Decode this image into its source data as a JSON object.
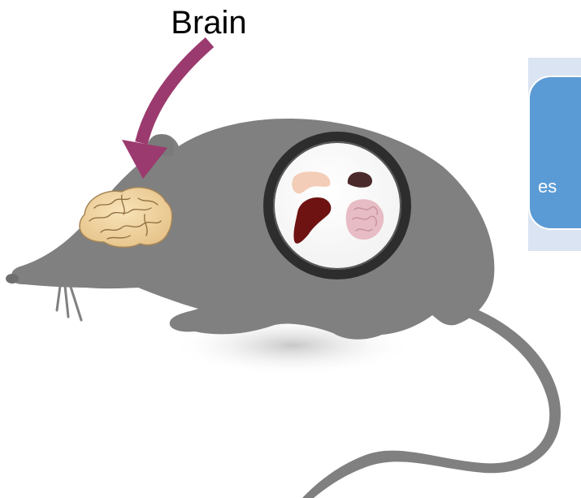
{
  "labels": {
    "brain": "Brain",
    "panel_text_fragment": "es"
  },
  "colors": {
    "mouse_body": "#808080",
    "arrow": "#9b3a6e",
    "panel_background": "#dbe4f2",
    "panel_box": "#5b9bd5",
    "brain_fill": "#f1d7a6",
    "lens_ring": "#2d2d2d",
    "liver": "#6f1212",
    "pancreas": "#f3cdb8",
    "spleen": "#4a2a2a",
    "intestine": "#e7bcc4"
  },
  "icons": {
    "mouse": "mouse-silhouette",
    "brain": "brain-icon",
    "arrow": "curved-arrow-icon",
    "magnifier": "magnifier-lens-icon"
  }
}
